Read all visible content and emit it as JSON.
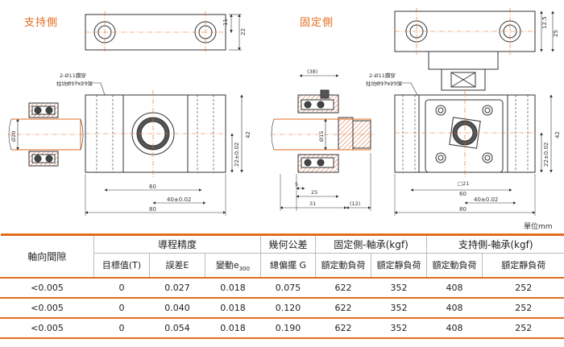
{
  "titles": {
    "support_side": "支持側",
    "fixed_side": "固定側",
    "unit": "單位mm"
  },
  "dims": {
    "d11": "11",
    "d22": "22",
    "d12_5": "12.5",
    "d25": "25",
    "d38": "(38)",
    "hole_note_1": "2-Ø11鑽穿",
    "hole_note_2": "柱坑Ø17x23深",
    "d20": "Ø20",
    "d15": "Ø15",
    "d42": "42",
    "d22_02": "22±0.02",
    "d60": "60",
    "d40_02": "40±0.02",
    "d80": "80",
    "d5": "5",
    "d31": "31",
    "d12p": "(12)",
    "sq21": "□21"
  },
  "table": {
    "h_axial": "軸向間隙",
    "h_lead": "導程精度",
    "h_geo": "幾何公差",
    "h_fixed": "固定側-軸承(kgf)",
    "h_support": "支持側-軸承(kgf)",
    "s_target": "目標值(T)",
    "s_error": "誤差E",
    "s_var": "變動e",
    "s_var_sub": "300",
    "s_runout": "總偏擺 G",
    "s_dyn1": "額定動負荷",
    "s_stat1": "額定靜負荷",
    "s_dyn2": "額定動負荷",
    "s_stat2": "額定靜負荷",
    "rows": [
      [
        "<0.005",
        "0",
        "0.027",
        "0.018",
        "0.075",
        "622",
        "352",
        "408",
        "252"
      ],
      [
        "<0.005",
        "0",
        "0.040",
        "0.018",
        "0.120",
        "622",
        "352",
        "408",
        "252"
      ],
      [
        "<0.005",
        "0",
        "0.054",
        "0.018",
        "0.190",
        "622",
        "352",
        "408",
        "252"
      ]
    ]
  },
  "colors": {
    "accent": "#e36c1f",
    "hatch": "#e07a52",
    "line": "#333333"
  }
}
